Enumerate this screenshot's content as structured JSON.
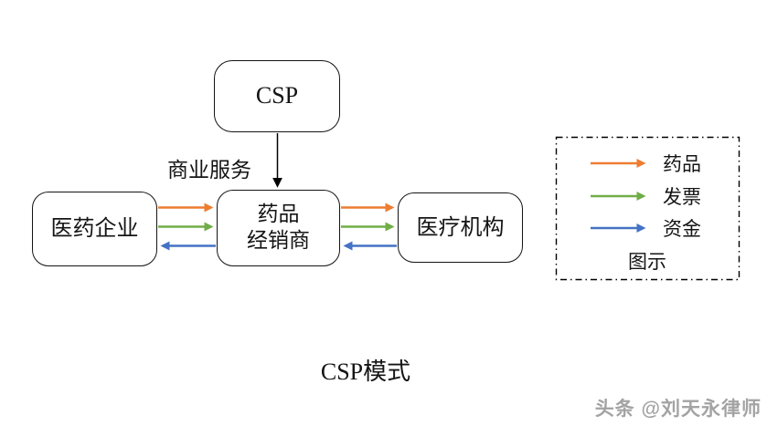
{
  "diagram": {
    "caption": "CSP模式",
    "nodes": {
      "csp": {
        "label": "CSP"
      },
      "pharma": {
        "label": "医药企业"
      },
      "distributor": {
        "line1": "药品",
        "line2": "经销商"
      },
      "hospital": {
        "label": "医疗机构"
      }
    },
    "edges": {
      "csp_service": {
        "from": "CSP",
        "to": "药品经销商",
        "label": "商业服务"
      },
      "flows": [
        {
          "from": "医药企业",
          "to": "药品经销商",
          "what": "药品",
          "color": "#ED7D31"
        },
        {
          "from": "医药企业",
          "to": "药品经销商",
          "what": "发票",
          "color": "#70AD47"
        },
        {
          "from": "药品经销商",
          "to": "医药企业",
          "what": "资金",
          "color": "#4472C4"
        },
        {
          "from": "药品经销商",
          "to": "医疗机构",
          "what": "药品",
          "color": "#ED7D31"
        },
        {
          "from": "药品经销商",
          "to": "医疗机构",
          "what": "发票",
          "color": "#70AD47"
        },
        {
          "from": "医疗机构",
          "to": "药品经销商",
          "what": "资金",
          "color": "#4472C4"
        }
      ]
    }
  },
  "colors": {
    "drug": "#ED7D31",
    "invoice": "#70AD47",
    "fund": "#4472C4",
    "line": "#000000"
  },
  "legend": {
    "title": "图示",
    "items": [
      {
        "label": "药品",
        "color": "#ED7D31"
      },
      {
        "label": "发票",
        "color": "#70AD47"
      },
      {
        "label": "资金",
        "color": "#4472C4"
      }
    ]
  },
  "watermark": "头条 @刘天永律师"
}
